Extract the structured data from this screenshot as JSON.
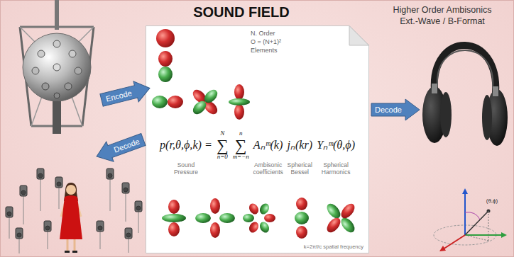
{
  "diagram": {
    "title": "SOUND FIELD",
    "nodes": [
      {
        "text": [
          "N. Order",
          "O = (N+1)²",
          "Elements",
          "p(r,θ,ϕ,k) =",
          "N",
          "∑",
          "n=0",
          "n",
          "∑",
          "m=−n",
          "Aₙᵐ(k)",
          "jₙ(kr)",
          "Yₙᵐ(θ,ϕ)",
          "Sound Pressure",
          "Ambisonic coefficients",
          "Spherical Bessel",
          "Spherical Harmonics",
          "k=2πf/c spatial frequency"
        ]
      },
      {
        "text": [
          "Encode"
        ]
      },
      {
        "text": [
          "Decode"
        ]
      },
      {
        "text": [
          "Decode"
        ]
      }
    ],
    "labels": [
      "Higher Order Ambisonics",
      "Ext.-Wave / B-Format",
      "(θ,ϕ)"
    ]
  }
}
